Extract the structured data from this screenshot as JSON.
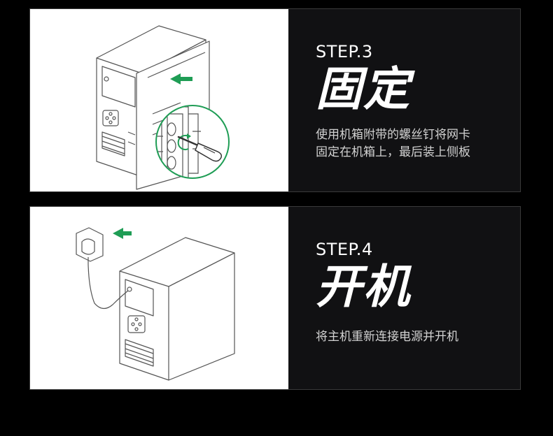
{
  "colors": {
    "background": "#000000",
    "panel": "#111113",
    "illustration_bg": "#ffffff",
    "accent": "#1f9d55",
    "line": "#555555",
    "text_primary": "#ffffff",
    "text_secondary": "#d2d2d2"
  },
  "steps": [
    {
      "label": "STEP.3",
      "title": "固定",
      "desc_lines": [
        "使用机箱附带的螺丝钉将网卡",
        "固定在机箱上，最后装上侧板"
      ],
      "icons": [
        "computer-case-icon",
        "side-panel-icon",
        "arrow-icon",
        "screwdriver-icon",
        "magnifier-circle-icon"
      ]
    },
    {
      "label": "STEP.4",
      "title": "开机",
      "desc_lines": [
        "将主机重新连接电源并开机"
      ],
      "icons": [
        "computer-case-icon",
        "power-plug-icon",
        "wall-socket-icon",
        "arrow-icon",
        "power-cable-icon"
      ]
    }
  ]
}
